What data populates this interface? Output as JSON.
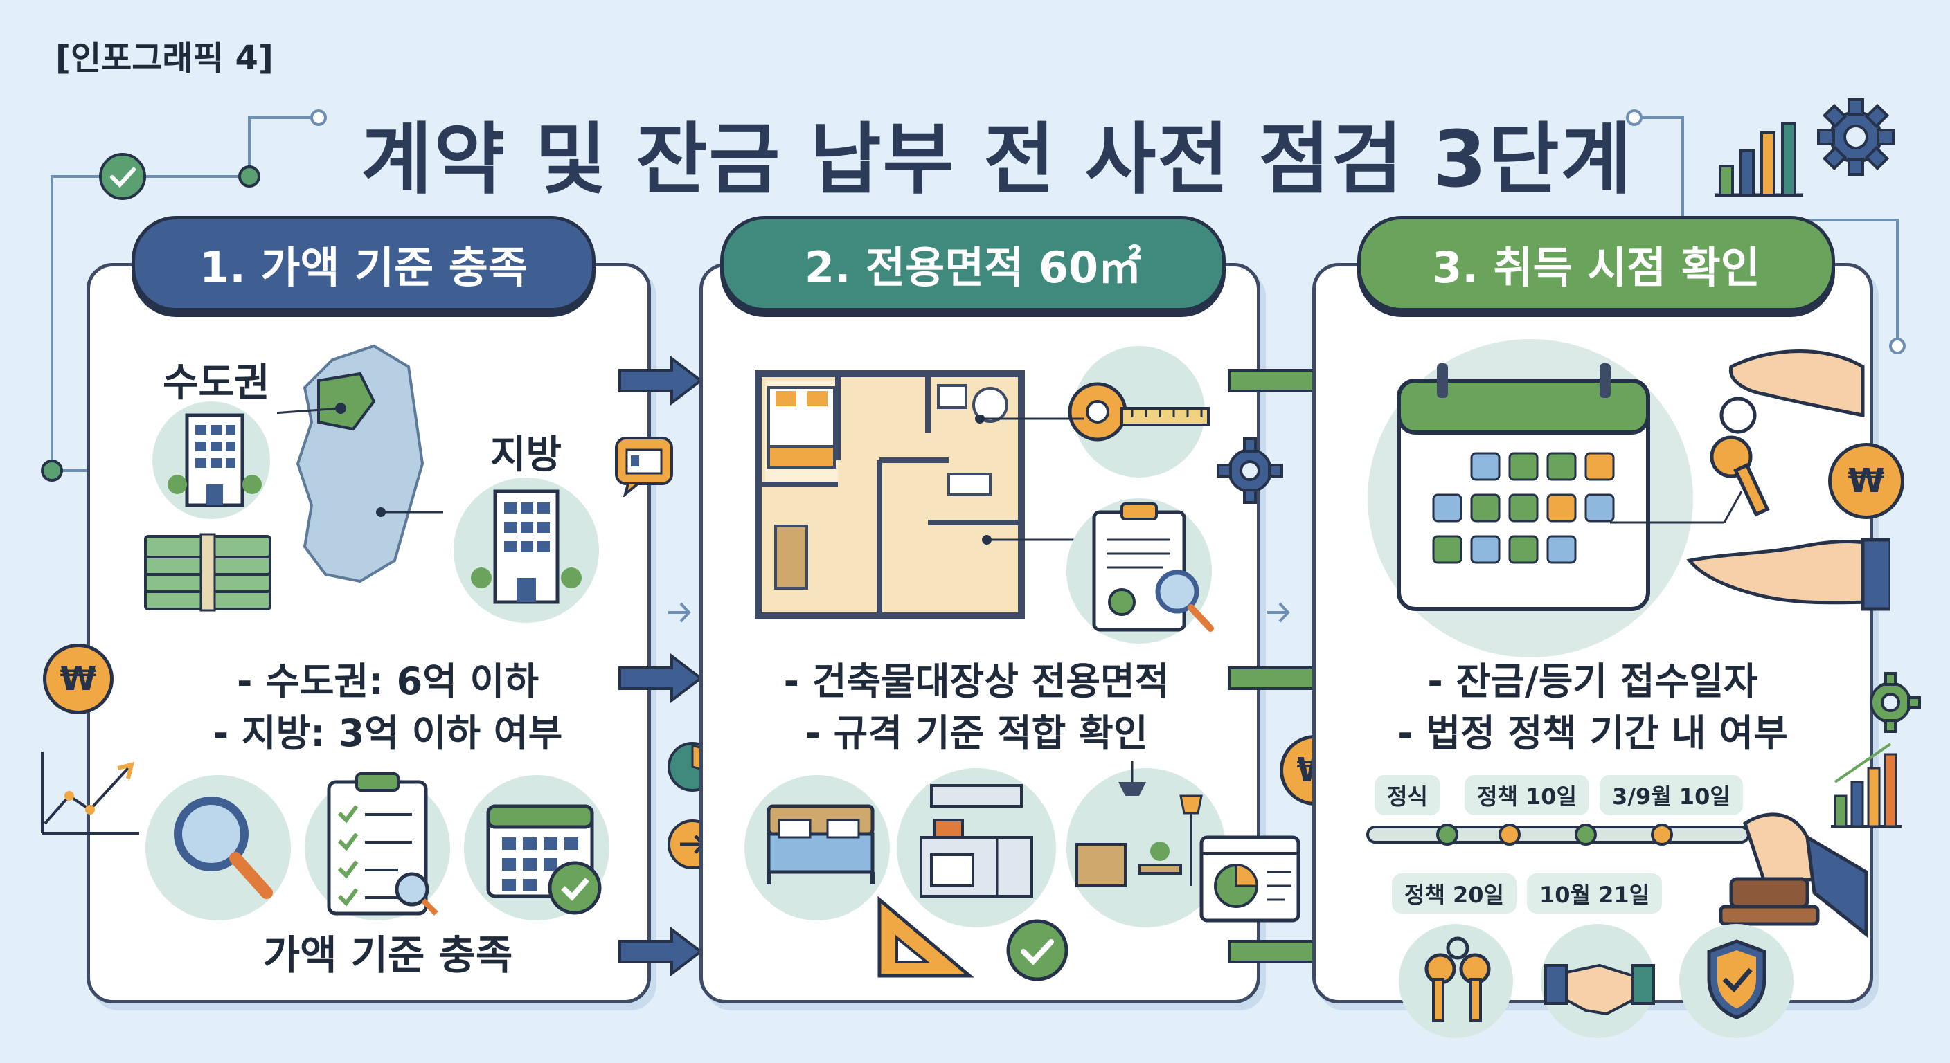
{
  "tag": "[인포그래픽 4]",
  "title": "계약 및 잔금 납부 전 사전 점검 3단계",
  "steps": [
    {
      "title": "1. 가액 기준 충족",
      "lines": [
        "- 수도권: 6억 이하",
        "- 지방: 3억 이하 여부"
      ],
      "labels": {
        "capital": "수도권",
        "province": "지방"
      },
      "footer": "가액 기준 충족"
    },
    {
      "title": "2. 전용면적 60㎡",
      "lines": [
        "- 건축물대장상 전용면적",
        "- 규격 기준 적합 확인"
      ]
    },
    {
      "title": "3. 취득 시점 확인",
      "lines": [
        "- 잔금/등기 접수일자",
        "- 법정 정책 기간 내 여부"
      ],
      "timeline": {
        "top": [
          "정식",
          "정책 10일",
          "3/9월 10일"
        ],
        "bottom": [
          "정책 20일",
          "10월 21일"
        ]
      }
    }
  ],
  "currency_symbol": "₩",
  "colors": {
    "navy": "#3f5f93",
    "teal": "#3f8a7c",
    "green": "#6aa45c",
    "orange": "#f0a844"
  }
}
